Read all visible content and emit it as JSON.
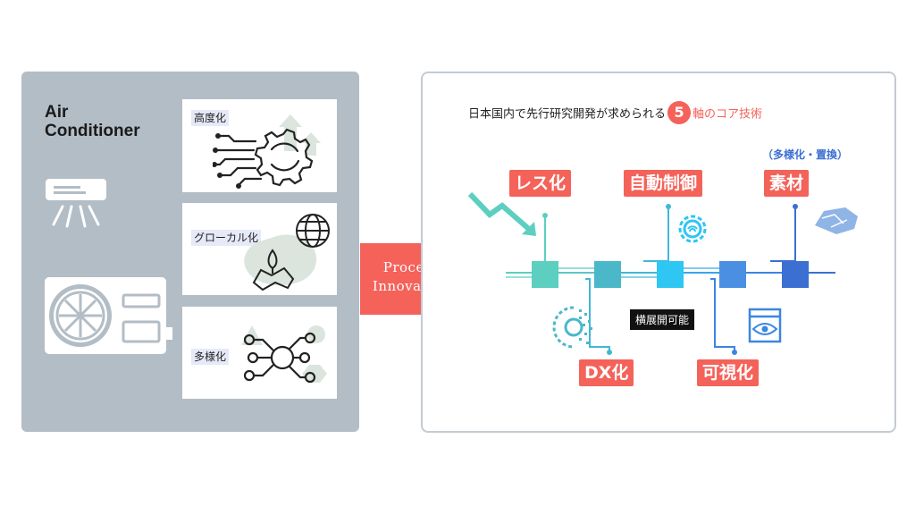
{
  "left": {
    "title_line1": "Air",
    "title_line2": "Conditioner",
    "cards": [
      {
        "label": "高度化"
      },
      {
        "label": "グローカル化"
      },
      {
        "label": "多様化"
      }
    ]
  },
  "arrow": {
    "line1": "Process",
    "line2": "Innovation"
  },
  "right": {
    "heading_start": "日本国内で先行研究開発が求められる",
    "heading_number": "5",
    "heading_end": "軸のコア技術",
    "tags": {
      "less": "レス化",
      "auto": "自動制御",
      "material": "素材",
      "dx": "DX化",
      "visual": "可視化"
    },
    "material_note": "（多様化・置換）",
    "horizontal": "横展開可能"
  },
  "colors": {
    "panel_gray": "#b3bdc5",
    "accent_red": "#f4625a",
    "teal": "#5ccfc0",
    "blue": "#3b6fd2"
  }
}
